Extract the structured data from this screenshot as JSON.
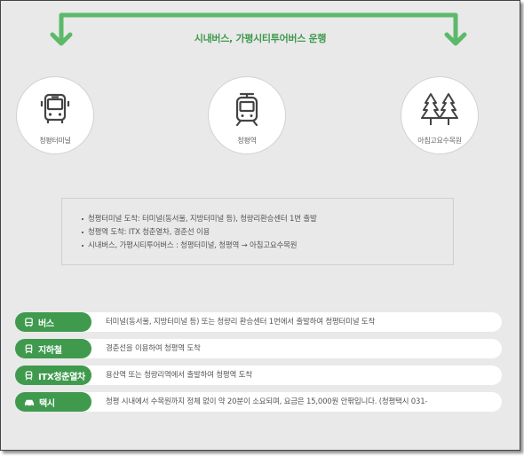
{
  "route": {
    "label": "시내버스, 가평시티투어버스 운행",
    "color": "#5db96a"
  },
  "stops": [
    {
      "name": "청평터미널",
      "icon": "bus-icon"
    },
    {
      "name": "청평역",
      "icon": "train-icon"
    },
    {
      "name": "아침고요수목원",
      "icon": "tree-icon"
    }
  ],
  "info": {
    "items": [
      "청평터미널 도착: 터미널(동서울, 지방터미널 등), 청량리환승센터 1번 출발",
      "청평역 도착: ITX 청춘열차, 경춘선 이용",
      "시내버스, 가평시티투어버스 : 청평터미널, 청평역  → 아침고요수목원"
    ]
  },
  "transport": [
    {
      "label": "버스",
      "icon": "bus-icon",
      "desc": "터미널(동서울, 지방터미널 등) 또는 청량리 환승센터 1번에서 출발하여 청평터미널 도착"
    },
    {
      "label": "지하철",
      "icon": "subway-icon",
      "desc": "경춘선을 이용하여 청평역 도착"
    },
    {
      "label": "ITX청춘열차",
      "icon": "train-icon",
      "desc": "용산역 또는 청량리역에서 출발하여 청평역 도착"
    },
    {
      "label": "택시",
      "icon": "taxi-icon",
      "desc": "청평 시내에서 수목원까지 정체 없이 약 20분이 소요되며, 요금은 15,000원 안팎입니다. (청평택시 031-"
    }
  ],
  "colors": {
    "accent": "#3f9a4e",
    "background": "#e9e9e9"
  }
}
